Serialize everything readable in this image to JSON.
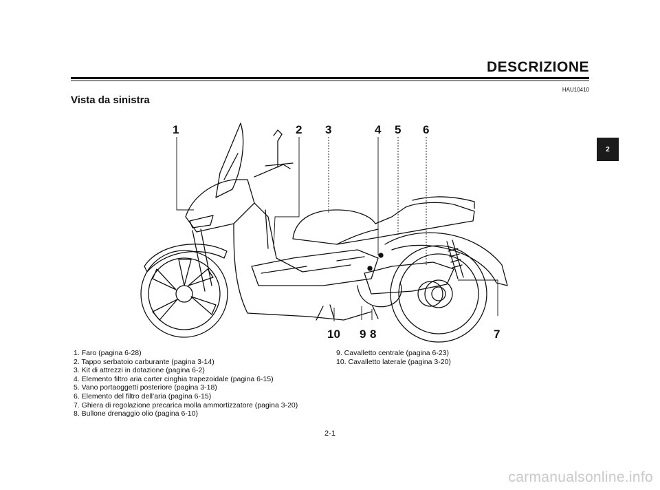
{
  "header": {
    "section_title": "DESCRIZIONE",
    "reference_code": "HAU10410",
    "subtitle": "Vista da sinistra",
    "chapter_tab": "2"
  },
  "figure": {
    "subject": "scooter-left-side-view",
    "callouts": [
      "1",
      "2",
      "3",
      "4",
      "5",
      "6",
      "7",
      "8",
      "9",
      "10"
    ]
  },
  "legend": {
    "left": [
      "1. Faro (pagina 6-28)",
      "2. Tappo serbatoio carburante (pagina 3-14)",
      "3. Kit di attrezzi in dotazione (pagina 6-2)",
      "4. Elemento filtro aria carter cinghia trapezoidale (pagina 6-15)",
      "5. Vano portaoggetti posteriore (pagina 3-18)",
      "6. Elemento del filtro dell’aria (pagina 6-15)",
      "7. Ghiera di regolazione precarica molla ammortizzatore (pagina 3-20)",
      "8. Bullone drenaggio olio (pagina 6-10)"
    ],
    "right": [
      "9. Cavalletto centrale (pagina 6-23)",
      "10. Cavalletto laterale (pagina 3-20)"
    ]
  },
  "footer": {
    "page_number": "2-1",
    "watermark": "carmanualsonline.info"
  }
}
